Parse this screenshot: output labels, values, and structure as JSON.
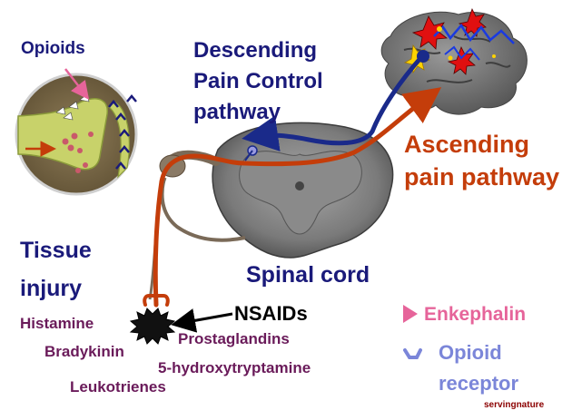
{
  "labels": {
    "opioids": "Opioids",
    "descending": [
      "Descending",
      "Pain Control",
      "pathway"
    ],
    "ascending": [
      "Ascending",
      "pain pathway"
    ],
    "tissue_injury": [
      "Tissue",
      "injury"
    ],
    "spinal_cord": "Spinal cord",
    "nsaids": "NSAIDs",
    "histamine": "Histamine",
    "bradykinin": "Bradykinin",
    "prostaglandins": "Prostaglandins",
    "hydroxytryptamine": "5-hydroxytryptamine",
    "leukotrienes": "Leukotrienes",
    "enkephalin": "Enkephalin",
    "opioid_receptor": [
      "Opioid",
      "receptor"
    ],
    "credit": "servingnature"
  },
  "colors": {
    "ascending_path": "#c43d0a",
    "descending_path": "#1a2a8a",
    "cord_gray": "#6b6b6b",
    "enkephalin": "#e6649a",
    "receptor": "#7b86d9",
    "synapse_bg": "#7a6a4a",
    "terminal": "#c8d26a"
  },
  "legend_icons": [
    "enkephalin-triangle-icon",
    "opioid-receptor-icon"
  ]
}
